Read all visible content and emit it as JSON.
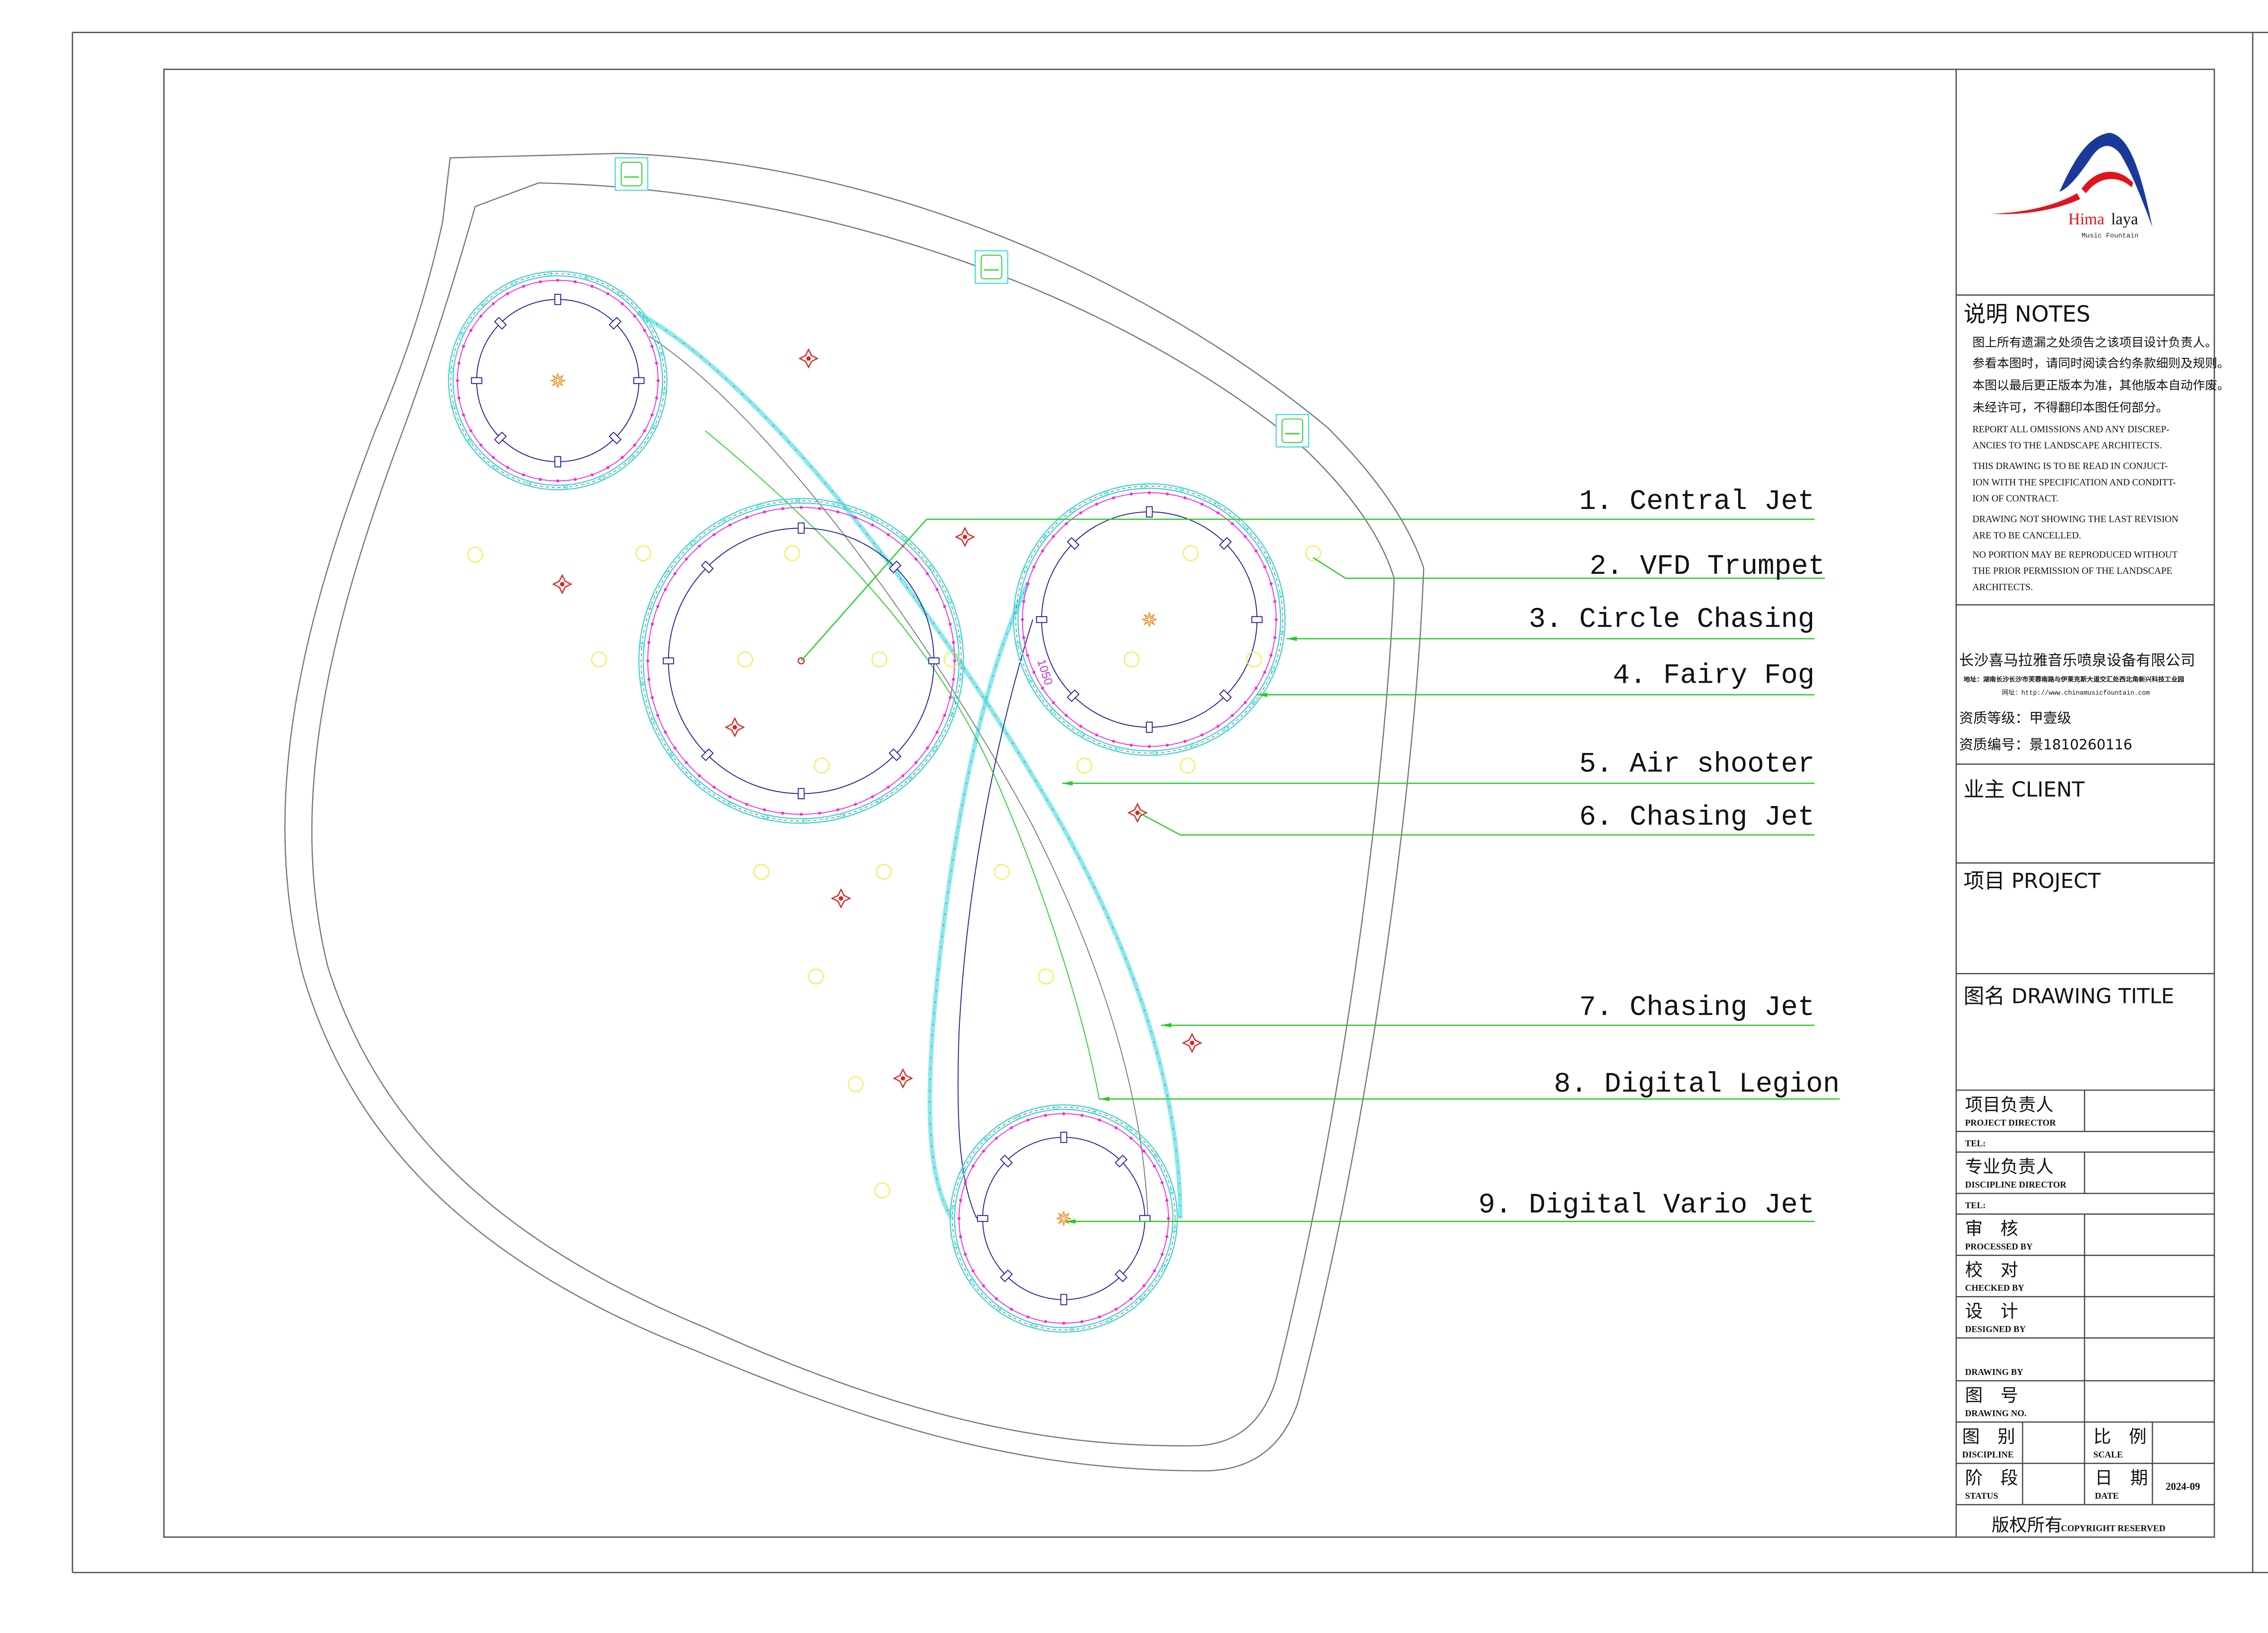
{
  "logo": {
    "brand_red": "Hima",
    "brand_black": "laya",
    "tagline": "Music Fountain",
    "colors": {
      "blue": "#1a3a9a",
      "red": "#e0141c"
    }
  },
  "notes": {
    "heading": "说明 NOTES",
    "cn_lines": [
      "图上所有遗漏之处须告之该项目设计负责人。",
      "参看本图时，请同时阅读合约条款细则及规则。",
      "本图以最后更正版本为准，其他版本自动作废。",
      "未经许可，不得翻印本图任何部分。"
    ],
    "en_lines": [
      "REPORT ALL OMISSIONS AND ANY DISCREP-",
      "ANCIES TO THE LANDSCAPE ARCHITECTS.",
      "THIS DRAWING IS TO BE READ IN CONJUCT-",
      "ION WITH THE SPECIFICATION AND CONDITT-",
      "ION OF CONTRACT.",
      "DRAWING NOT SHOWING THE LAST REVISION",
      "ARE TO BE CANCELLED.",
      "NO PORTION MAY BE REPRODUCED WITHOUT",
      "THE PRIOR PERMISSION OF THE LANDSCAPE",
      "ARCHITECTS."
    ]
  },
  "company": {
    "name": "长沙喜马拉雅音乐喷泉设备有限公司",
    "address": "地址：湖南长沙长沙市芙蓉南路与伊莱克斯大道交汇处西北角新兴科技工业园",
    "website": "网址：http://www.chinamusicfountain.com",
    "qualification_level": "资质等级：甲壹级",
    "qualification_no": "资质编号：景1810260116"
  },
  "title_block": {
    "client": "业主 CLIENT",
    "project": "项目 PROJECT",
    "drawing_title": "图名 DRAWING TITLE",
    "project_director_cn": "项目负责人",
    "project_director_en": "PROJECT DIRECTOR",
    "tel1": "TEL:",
    "discipline_director_cn": "专业负责人",
    "discipline_director_en": "DISCIPLINE DIRECTOR",
    "tel2": "TEL:",
    "processed_cn": "审　核",
    "processed_en": "PROCESSED BY",
    "checked_cn": "校　对",
    "checked_en": "CHECKED BY",
    "designed_cn": "设　计",
    "designed_en": "DESIGNED BY",
    "drawing_by_en": "DRAWING BY",
    "drawing_no_cn": "图　号",
    "drawing_no_en": "DRAWING NO.",
    "discipline_cn": "图　别",
    "discipline_en": "DISCIPLINE",
    "scale_cn": "比　例",
    "scale_en": "SCALE",
    "status_cn": "阶　段",
    "status_en": "STATUS",
    "date_cn": "日　期",
    "date_en": "DATE",
    "date_value": "2024-09",
    "copyright_cn": "版权所有",
    "copyright_en": "COPYRIGHT RESERVED"
  },
  "drawing": {
    "dimension": "1050",
    "legend": [
      "1. Central Jet",
      "2. VFD Trumpet",
      "3. Circle Chasing",
      "4. Fairy Fog",
      "5. Air shooter",
      "6. Chasing Jet",
      "7. Chasing Jet",
      "8. Digital Legion",
      "9. Digital Vario Jet"
    ],
    "colors": {
      "ring": "#33dddd",
      "nozzle": "#ff22dd",
      "pipe": "#1a1a99",
      "leader": "#22cc22",
      "fog": "#eeee44",
      "marker": "#dd2222",
      "central": "#ee8811"
    }
  }
}
